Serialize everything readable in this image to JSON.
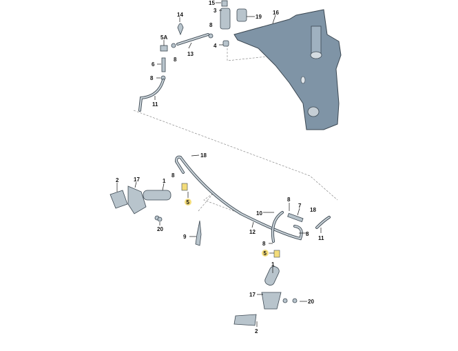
{
  "diagram": {
    "title_visible": false,
    "accent_highlight": "#f3dc7a",
    "tank_color": "#7f94a6",
    "labels_top": [
      "15",
      "3",
      "19",
      "16",
      "14",
      "5A",
      "8",
      "13",
      "8",
      "4",
      "6",
      "8",
      "11"
    ],
    "labels_bottom": [
      "18",
      "8",
      "2",
      "17",
      "1",
      "5",
      "20",
      "9",
      "8",
      "7",
      "18",
      "10",
      "12",
      "8",
      "11",
      "8",
      "5",
      "1",
      "17",
      "20",
      "2"
    ]
  }
}
